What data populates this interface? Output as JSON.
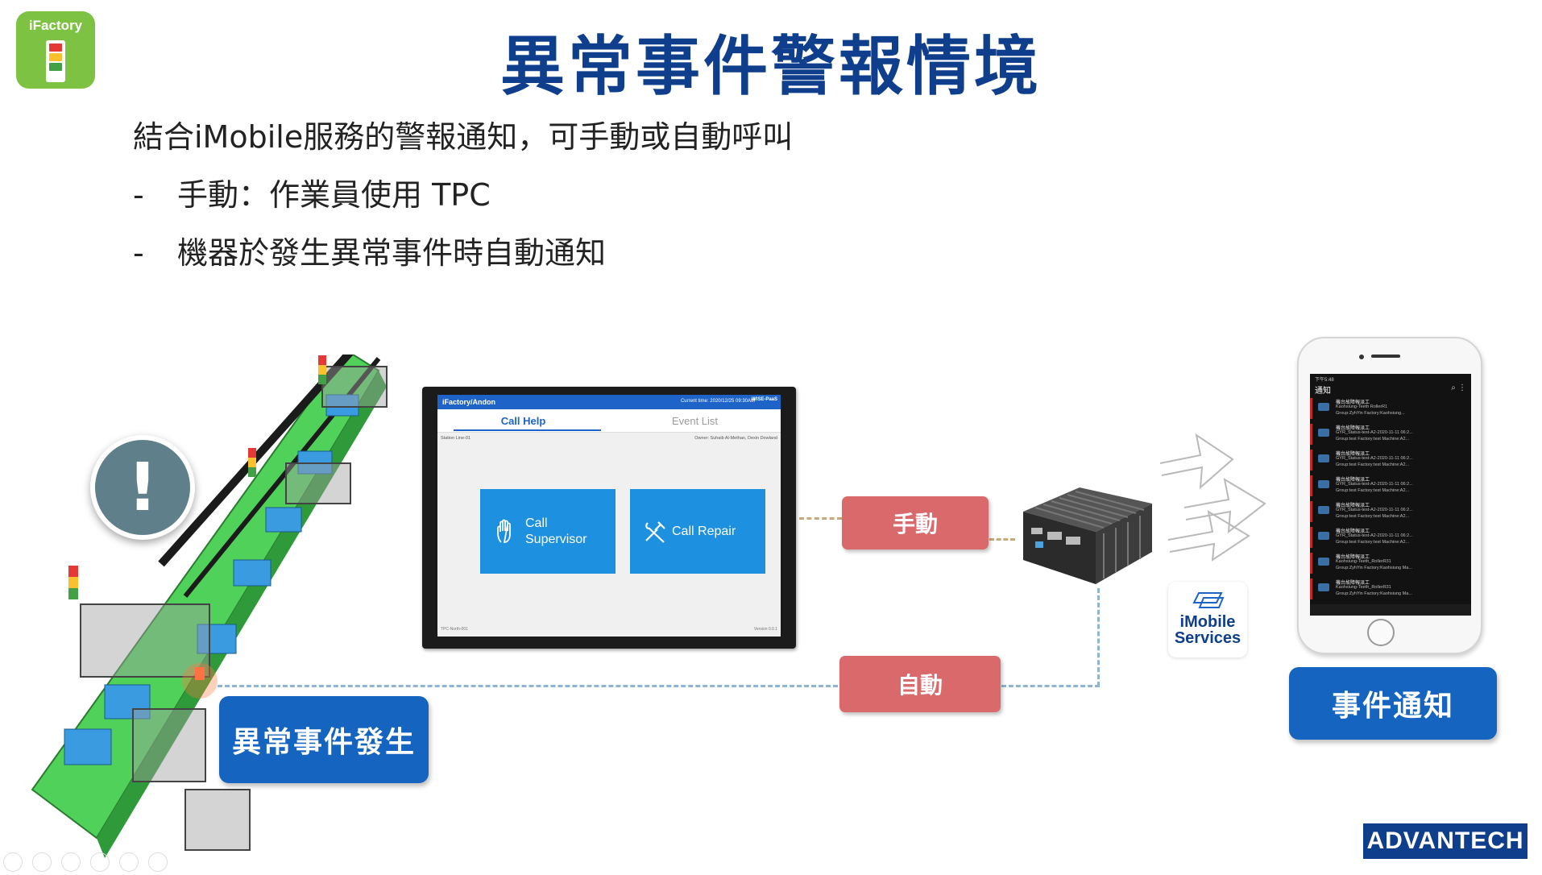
{
  "logo": {
    "text": "iFactory"
  },
  "page": {
    "title": "異常事件警報情境"
  },
  "bullets": {
    "intro": "結合iMobile服務的警報通知，可手動或自動呼叫",
    "items": [
      {
        "dash": "-",
        "text": "手動：作業員使用 TPC"
      },
      {
        "dash": "-",
        "text": "機器於發生異常事件時自動通知"
      }
    ]
  },
  "labels": {
    "manual": "手動",
    "auto": "自動",
    "abnormal_event": "異常事件發生",
    "event_notice": "事件通知",
    "warning_symbol": "!"
  },
  "tablet": {
    "app_name": "iFactory/Andon",
    "current_time": "Current time: 2020/12/25 09:30AM",
    "brand": "WISE-PaaS",
    "tabs": [
      "Call Help",
      "Event List"
    ],
    "station": "Station Line-01",
    "owner": "Owner: Suhaib Al-Methan, Dexin Dowland",
    "buttons": [
      {
        "label_line1": "Call",
        "label_line2": "Supervisor"
      },
      {
        "label_line1": "Call Repair"
      }
    ],
    "footer_left": "TPC-North-001",
    "footer_right": "Version 0.0.1"
  },
  "phone": {
    "status_time": "下午5:48",
    "title": "通知",
    "notifications": [
      {
        "title": "機台故障報派工",
        "line1": "Kaohsiung-Teeth RollerR1",
        "line2": "Group:ZyhYin Factory:Kaohsiung..."
      },
      {
        "title": "機台故障報派工",
        "line1": "GYR_Status-test-A2-2020-11-11 06:2...",
        "line2": "Group:test Factory:test Machine:A2..."
      },
      {
        "title": "機台故障報派工",
        "line1": "GYR_Status-test-A2-2020-11-11 06:2...",
        "line2": "Group:test Factory:test Machine:A2..."
      },
      {
        "title": "機台故障報派工",
        "line1": "GYR_Status-test-A2-2020-11-11 06:2...",
        "line2": "Group:test Factory:test Machine:A2..."
      },
      {
        "title": "機台故障報派工",
        "line1": "GYR_Status-test-A2-2020-11-11 06:2...",
        "line2": "Group:test Factory:test Machine:A2..."
      },
      {
        "title": "機台故障報派工",
        "line1": "GYR_Status-test-A2-2020-11-11 06:2...",
        "line2": "Group:test Factory:test Machine:A2..."
      },
      {
        "title": "機台故障報派工",
        "line1": "Kaohsiung-Teeth_RollerR31",
        "line2": "Group:ZyhYin Factory:Kaohsiung Ma..."
      },
      {
        "title": "機台故障報派工",
        "line1": "Kaohsiung-Teeth_RollerR31",
        "line2": "Group:ZyhYin Factory:Kaohsiung Ma..."
      }
    ]
  },
  "imobile": {
    "line1": "iMobile",
    "line2": "Services"
  },
  "brand": {
    "name": "ADVANTECH"
  },
  "colors": {
    "title_blue": "#0f3f8c",
    "tag_red": "#d9696a",
    "tag_blue": "#1565c0",
    "logo_green": "#7dc242",
    "connector_gold": "#c9a87a",
    "connector_blue": "#8fb4d6"
  }
}
